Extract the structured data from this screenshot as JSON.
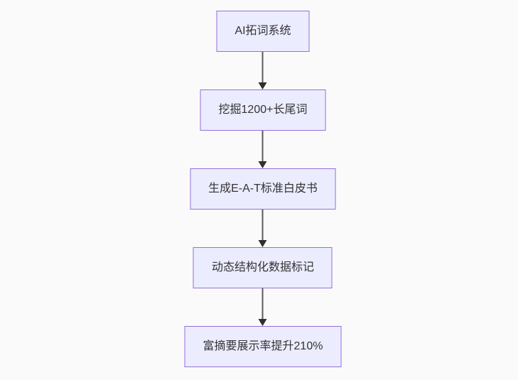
{
  "diagram": {
    "type": "flowchart-top-down",
    "background_color": "#fafafa",
    "node_fill_color": "#ececff",
    "node_border_color": "#9370db",
    "node_text_color": "#333333",
    "edge_line_color": "#5b5b5b",
    "arrow_head_color": "#2f2f2f",
    "nodes": [
      {
        "label": "AI拓词系统"
      },
      {
        "label": "挖掘1200+长尾词"
      },
      {
        "label": "生成E-A-T标准白皮书"
      },
      {
        "label": "动态结构化数据标记"
      },
      {
        "label": "富摘要展示率提升210%"
      }
    ]
  }
}
